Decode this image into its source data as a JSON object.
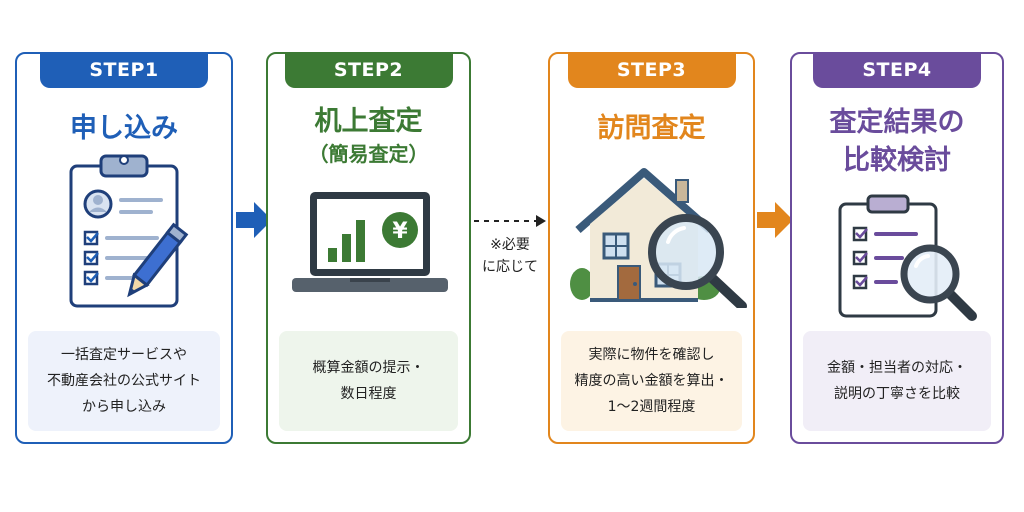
{
  "steps": [
    {
      "tab": "STEP1",
      "title_lines": [
        "申し込み"
      ],
      "desc_lines": [
        "一括査定サービスや",
        "不動産会社の公式サイト",
        "から申し込み"
      ],
      "icon": "clipboard-form-pencil-icon",
      "color": "#1f5fb7",
      "bg": "#eef2fb"
    },
    {
      "tab": "STEP2",
      "title_lines": [
        "机上査定",
        "（簡易査定）"
      ],
      "desc_lines": [
        "概算金額の提示・",
        "数日程度"
      ],
      "icon": "laptop-chart-yen-icon",
      "color": "#3c7a34",
      "bg": "#eef5ec"
    },
    {
      "tab": "STEP3",
      "title_lines": [
        "訪問査定"
      ],
      "desc_lines": [
        "実際に物件を確認し",
        "精度の高い金額を算出・",
        "1〜2週間程度"
      ],
      "icon": "house-magnifier-icon",
      "color": "#e2861d",
      "bg": "#fdf3e4"
    },
    {
      "tab": "STEP4",
      "title_lines": [
        "査定結果の",
        "比較検討"
      ],
      "desc_lines": [
        "金額・担当者の対応・",
        "説明の丁寧さを比較"
      ],
      "icon": "checklist-magnifier-icon",
      "color": "#6a4c9c",
      "bg": "#f1eef7"
    }
  ],
  "connector_note": [
    "※必要",
    "に応じて"
  ]
}
